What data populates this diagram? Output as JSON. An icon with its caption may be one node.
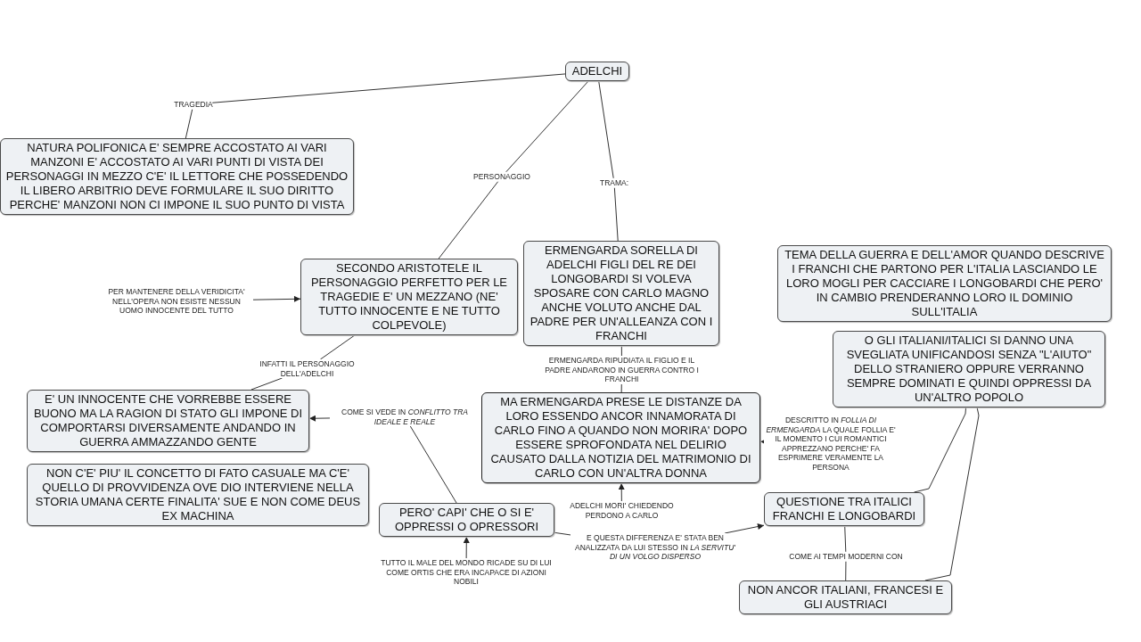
{
  "diagram": {
    "nodes": [
      {
        "text": [
          "ADELCHI"
        ]
      },
      {
        "text": [
          "NATURA POLIFONICA E' SEMPRE ACCOSTATO AI VARI MANZONI E' ACCOSTATO AI VARI PUNTI DI VISTA DEI PERSONAGGI IN MEZZO C'E' IL LETTORE CHE POSSEDENDO IL LIBERO ARBITRIO DEVE FORMULARE IL SUO DIRITTO PERCHE' MANZONI NON CI IMPONE IL SUO PUNTO DI VISTA"
        ]
      },
      {
        "text": [
          "SECONDO ARISTOTELE IL PERSONAGGIO PERFETTO PER LE TRAGEDIE E' UN MEZZANO (NE' TUTTO INNOCENTE E NE TUTTO COLPEVOLE)"
        ]
      },
      {
        "text": [
          "ERMENGARDA SORELLA DI ADELCHI FIGLI DEL RE DEI LONGOBARDI SI VOLEVA SPOSARE CON CARLO MAGNO ANCHE VOLUTO ANCHE DAL PADRE PER UN'ALLEANZA CON I FRANCHI"
        ]
      },
      {
        "text": [
          "TEMA DELLA GUERRA E DELL'AMOR QUANDO DESCRIVE I FRANCHI CHE PARTONO PER L'ITALIA LASCIANDO LE LORO MOGLI PER CACCIARE I LONGOBARDI CHE PERO' IN CAMBIO PRENDERANNO LORO IL DOMINIO SULL'ITALIA"
        ]
      },
      {
        "text": [
          "O GLI ITALIANI/ITALICI SI DANNO UNA SVEGLIATA UNIFICANDOSI SENZA \"L'AIUTO\" DELLO STRANIERO OPPURE VERRANNO SEMPRE DOMINATI E QUINDI OPPRESSI DA UN'ALTRO POPOLO"
        ]
      },
      {
        "text": [
          "E' UN INNOCENTE CHE VORREBBE ESSERE BUONO MA LA RAGION DI STATO GLI IMPONE DI COMPORTARSI DIVERSAMENTE ANDANDO IN GUERRA AMMAZZANDO GENTE"
        ]
      },
      {
        "text": [
          "NON C'E' PIU' IL CONCETTO DI FATO CASUALE MA C'E' QUELLO DI PROVVIDENZA OVE DIO INTERVIENE NELLA STORIA UMANA CERTE FINALITA' SUE E NON COME DEUS EX MACHINA"
        ]
      },
      {
        "text": [
          "MA ERMENGARDA PRESE LE DISTANZE DA LORO ESSENDO ANCOR INNAMORATA DI CARLO FINO A QUANDO NON MORIRA' DOPO ESSERE SPROFONDATA NEL DELIRIO CAUSATO DALLA NOTIZIA DEL MATRIMONIO DI CARLO CON UN'ALTRA DONNA"
        ]
      },
      {
        "text": [
          "PERO' CAPI' CHE O SI E' OPPRESSI O OPRESSORI"
        ]
      },
      {
        "text": [
          "QUESTIONE TRA ITALICI FRANCHI E LONGOBARDI"
        ]
      },
      {
        "text": [
          "NON ANCOR ITALIANI, FRANCESI E GLI AUSTRIACI"
        ]
      },
      {
        "text": [
          "PER MANTENERE DELLA VERIDICITA' NELL'OPERA NON ESISTE NESSUN UOMO INNOCENTE DEL TUTTO"
        ]
      },
      {
        "text": [
          "DESCRITTO IN *FOLLIA DI ERMENGARDA* LA QUALE FOLLIA E' IL MOMENTO I CUI ROMANTICI APPREZZANO PERCHE' FA ESPRIMERE VERAMENTE LA PERSONA"
        ]
      },
      {
        "text": [
          "TUTTO IL MALE DEL MONDO RICADE SU DI LUI COME ORTIS CHE ERA INCAPACE DI AZIONI NOBILI"
        ]
      },
      {
        "text": [
          "ADELCHI MORI' CHIEDENDO PERDONO A CARLO"
        ]
      },
      {
        "text": [
          "INFATTI IL PERSONAGGIO DELL'ADELCHI"
        ]
      },
      {
        "text": [
          "ERMENGARDA RIPUDIATA IL FIGLIO E IL PADRE ANDARONO IN GUERRA CONTRO I FRANCHI"
        ]
      },
      {
        "text": [
          "COME SI VEDE IN *CONFLITTO TRA IDEALE E REALE*"
        ]
      },
      {
        "text": [
          "E QUESTA DIFFERENZA E' STATA BEN ANALIZZATA DA LUI STESSO IN *LA SERVITU' DI UN VOLGO DISPERSO*"
        ]
      }
    ],
    "edges": [
      {
        "from": 0,
        "to": 1,
        "arrow": "none",
        "label": "TRAGEDIA"
      },
      {
        "from": 0,
        "to": 2,
        "arrow": "none",
        "label": "PERSONAGGIO"
      },
      {
        "from": 0,
        "to": 3,
        "arrow": "none",
        "label": "TRAMA:"
      },
      {
        "from": 12,
        "to": 2,
        "arrow": "to"
      },
      {
        "from": 2,
        "to": 16,
        "arrow": "none"
      },
      {
        "from": 16,
        "to": 6,
        "arrow": "none"
      },
      {
        "from": 3,
        "to": 17,
        "arrow": "none"
      },
      {
        "from": 17,
        "to": 8,
        "arrow": "none"
      },
      {
        "from": 9,
        "to": 18,
        "arrow": "none"
      },
      {
        "from": 18,
        "to": 6,
        "arrow": "to"
      },
      {
        "from": 13,
        "to": 8,
        "arrow": "to"
      },
      {
        "from": 14,
        "to": 9,
        "arrow": "to"
      },
      {
        "from": 15,
        "to": 8,
        "arrow": "to"
      },
      {
        "from": 9,
        "to": 19,
        "arrow": "none"
      },
      {
        "from": 19,
        "to": 10,
        "arrow": "to"
      },
      {
        "from": 5,
        "to": 10,
        "arrow": "none"
      },
      {
        "from": 5,
        "to": 11,
        "arrow": "none"
      },
      {
        "from": 10,
        "to": 11,
        "arrow": "none",
        "label": "COME AI TEMPI MODERNI CON"
      }
    ]
  }
}
